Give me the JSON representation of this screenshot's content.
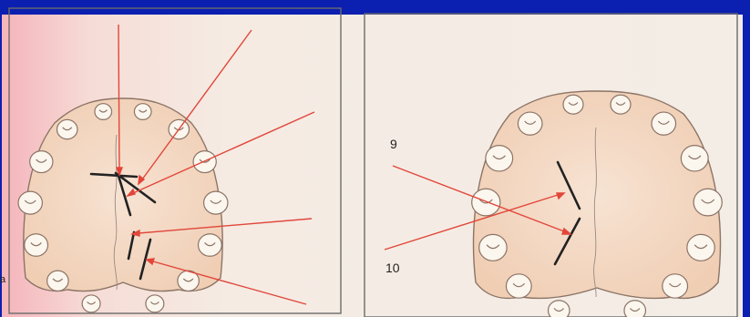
{
  "figure": {
    "panel_labels": {
      "left": "a"
    },
    "arrow_labels": {
      "first": "9",
      "second": "10"
    },
    "colors": {
      "frame": "#0b1fb0",
      "page": "#f6ece4",
      "arrow": "#e2463a",
      "film_line": "#222222",
      "tooth_outline": "#8c7466",
      "palate": "#f3d9c4"
    }
  }
}
